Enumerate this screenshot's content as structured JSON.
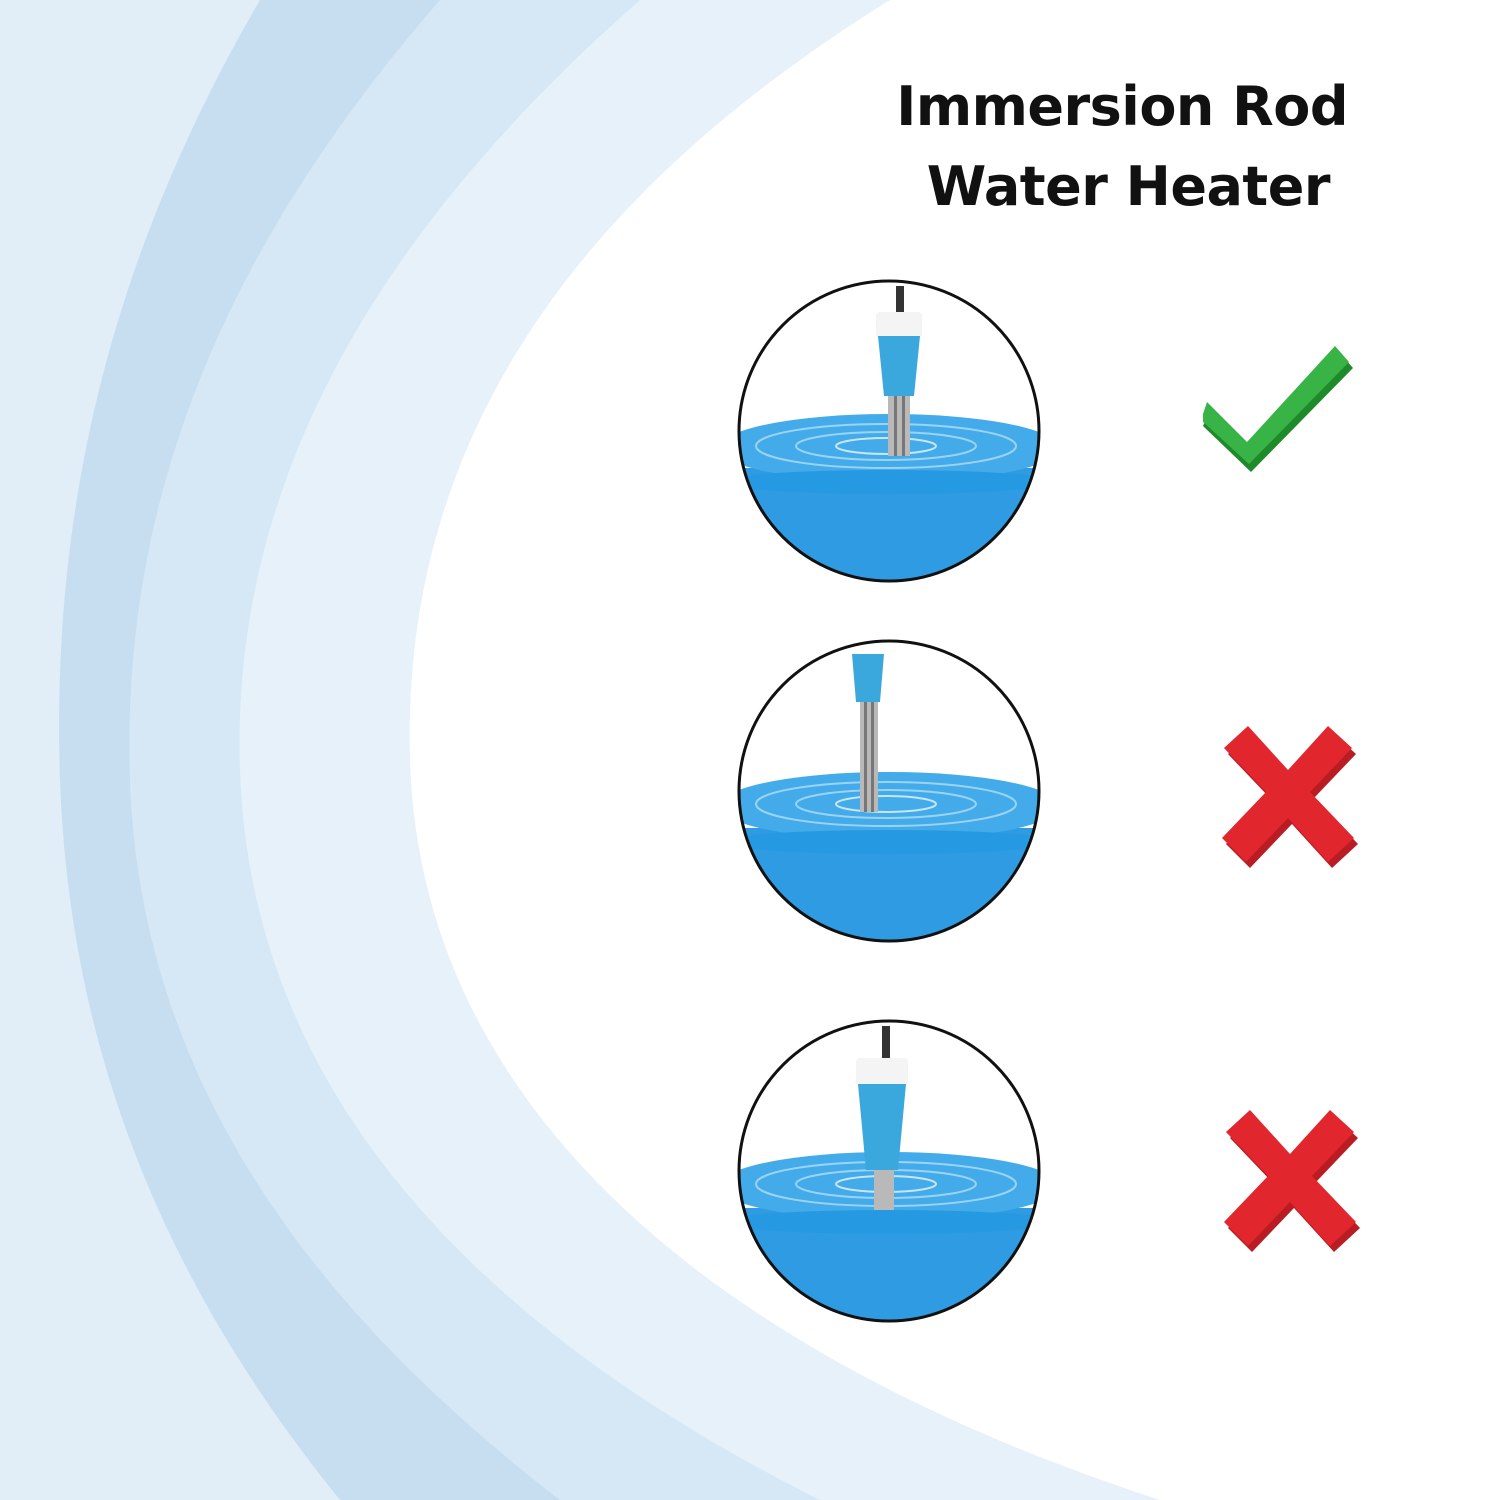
{
  "title": {
    "line1": "Immersion Rod",
    "line2": "Water Heater"
  },
  "scenes": [
    {
      "name": "correct-immersion-depth",
      "mark": "check-icon",
      "status": "correct"
    },
    {
      "name": "rod-not-deep-enough",
      "mark": "cross-icon",
      "status": "incorrect"
    },
    {
      "name": "rod-body-submerged",
      "mark": "cross-icon",
      "status": "incorrect"
    }
  ],
  "colors": {
    "arc_light": "#e4f0f9",
    "arc_mid": "#d3e6f4",
    "arc_dark": "#c3dcef",
    "water": "#2e9be4",
    "water_light": "#7fc6f3",
    "rod_body": "#3aa7dd",
    "check": "#2aa838",
    "cross": "#e0262d"
  }
}
